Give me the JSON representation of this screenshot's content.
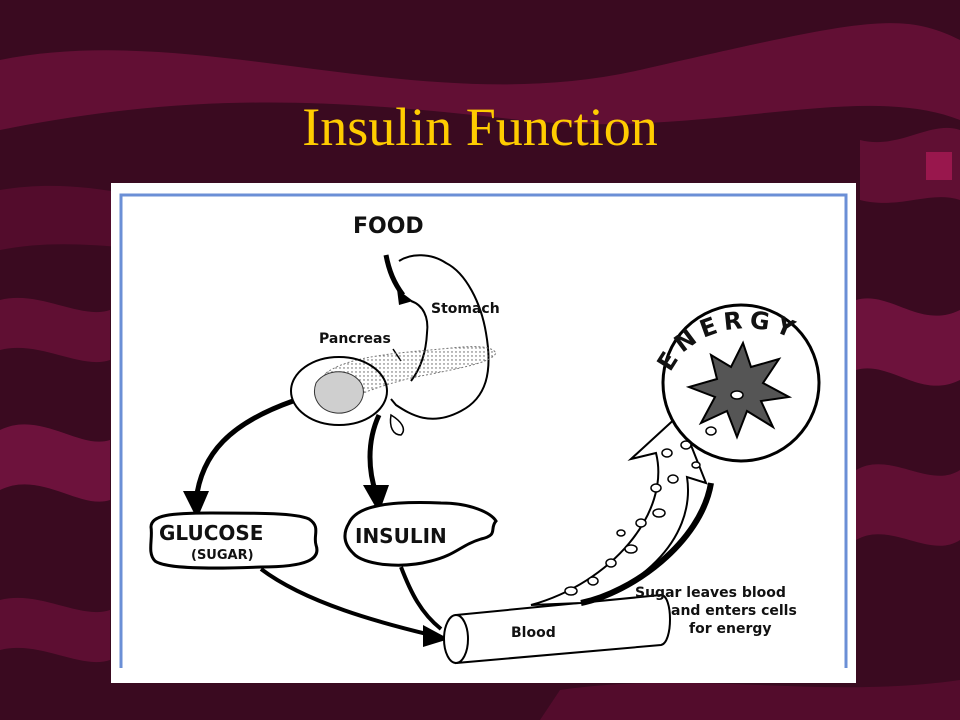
{
  "slide": {
    "title": "Insulin Function"
  },
  "colors": {
    "background": "#3a0a20",
    "title": "#ffcc00",
    "panel_border": "#6b8fd6"
  },
  "diagram": {
    "food": "FOOD",
    "stomach": "Stomach",
    "pancreas": "Pancreas",
    "energy": "ENERGY",
    "glucose": "GLUCOSE",
    "sugar": "(SUGAR)",
    "insulin": "INSULIN",
    "blood": "Blood",
    "note_line1": "Sugar leaves blood",
    "note_line2": "and enters cells",
    "note_line3": "for energy"
  }
}
